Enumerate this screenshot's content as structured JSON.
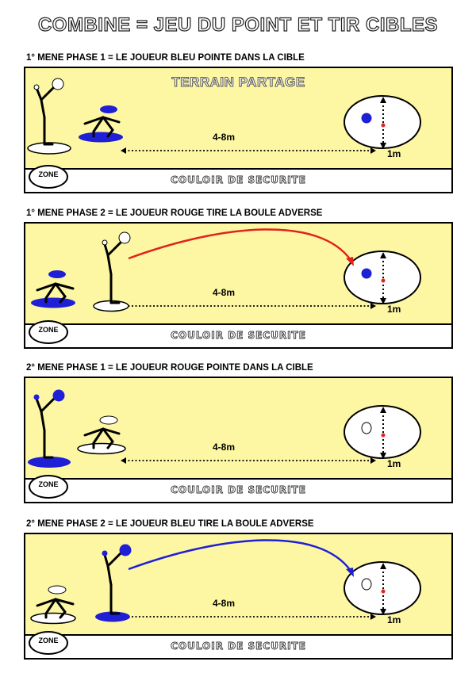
{
  "title": "COMBINE = JEU DU POINT ET TIR CIBLES",
  "colors": {
    "field": "#fdf7a4",
    "blue": "#1f1fd6",
    "red": "#e0231b",
    "white": "#ffffff"
  },
  "panels": [
    {
      "heading": "1° MENE PHASE 1 = LE JOUEUR BLEU POINTE DANS LA CIBLE",
      "terrain_label": "TERRAIN PARTAGE",
      "distance": "4-8m",
      "target_size": "1m",
      "zone": "ZONE",
      "corridor": "COULOIR DE SECURITE"
    },
    {
      "heading": "1° MENE PHASE 2 = LE JOUEUR ROUGE TIRE LA BOULE ADVERSE",
      "distance": "4-8m",
      "target_size": "1m",
      "zone": "ZONE",
      "corridor": "COULOIR DE SECURITE"
    },
    {
      "heading": "2° MENE PHASE 1 = LE JOUEUR ROUGE POINTE DANS LA CIBLE",
      "distance": "4-8m",
      "target_size": "1m",
      "zone": "ZONE",
      "corridor": "COULOIR DE SECURITE"
    },
    {
      "heading": "2° MENE PHASE 2 = LE JOUEUR BLEU TIRE LA BOULE ADVERSE",
      "distance": "4-8m",
      "target_size": "1m",
      "zone": "ZONE",
      "corridor": "COULOIR DE SECURITE"
    }
  ]
}
